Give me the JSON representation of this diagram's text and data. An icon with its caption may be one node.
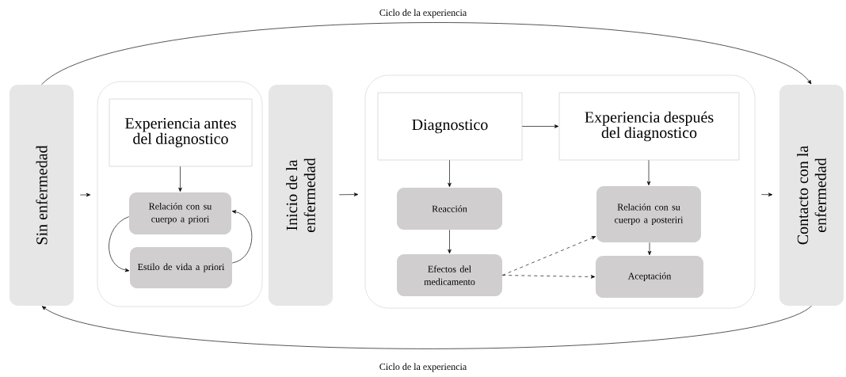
{
  "diagram": {
    "nodes": [
      {
        "text": [
          "Sin enfermedad"
        ]
      },
      {
        "text": [],
        "shape": "box"
      },
      {
        "text": [
          "Experiencia antes del diagnostico"
        ],
        "in": 1
      },
      {
        "text": [
          "Relación con su cuerpo a priori"
        ],
        "in": 1
      },
      {
        "text": [
          "Estilo de vida a priori"
        ],
        "in": 1
      },
      {
        "text": [
          "Inicio de la enfermedad"
        ]
      },
      {
        "text": [],
        "shape": "box"
      },
      {
        "text": [
          "Diagnostico"
        ],
        "in": 6
      },
      {
        "text": [
          "Experiencia después del diagnostico"
        ],
        "in": 6
      },
      {
        "text": [
          "Reacción"
        ],
        "in": 6
      },
      {
        "text": [
          "Efectos del medicamento"
        ],
        "in": 6
      },
      {
        "text": [
          "Relación con su cuerpo a posteriri"
        ],
        "in": 6
      },
      {
        "text": [
          "Aceptación"
        ],
        "in": 6
      },
      {
        "text": [
          "Contacto con la enfermedad"
        ]
      }
    ],
    "edges": [
      {
        "from": 0,
        "to": 13,
        "arrow": "to",
        "label": "Ciclo de la experiencia"
      },
      {
        "from": 13,
        "to": 0,
        "arrow": "to",
        "label": "Ciclo de la experiencia"
      },
      {
        "from": 0,
        "to": 1,
        "arrow": "to"
      },
      {
        "from": 2,
        "to": 3,
        "arrow": "to"
      },
      {
        "from": 3,
        "to": 4,
        "arrow": "to"
      },
      {
        "from": 4,
        "to": 3,
        "arrow": "to"
      },
      {
        "from": 5,
        "to": 6,
        "arrow": "to"
      },
      {
        "from": 7,
        "to": 8,
        "arrow": "to"
      },
      {
        "from": 7,
        "to": 9,
        "arrow": "to"
      },
      {
        "from": 9,
        "to": 10,
        "arrow": "to"
      },
      {
        "from": 10,
        "to": 11,
        "arrow": "to",
        "style": "dashed"
      },
      {
        "from": 10,
        "to": 12,
        "arrow": "to",
        "style": "dashed"
      },
      {
        "from": 8,
        "to": 11,
        "arrow": "to"
      },
      {
        "from": 11,
        "to": 12,
        "arrow": "to"
      },
      {
        "from": 6,
        "to": 13,
        "arrow": "to"
      }
    ]
  }
}
